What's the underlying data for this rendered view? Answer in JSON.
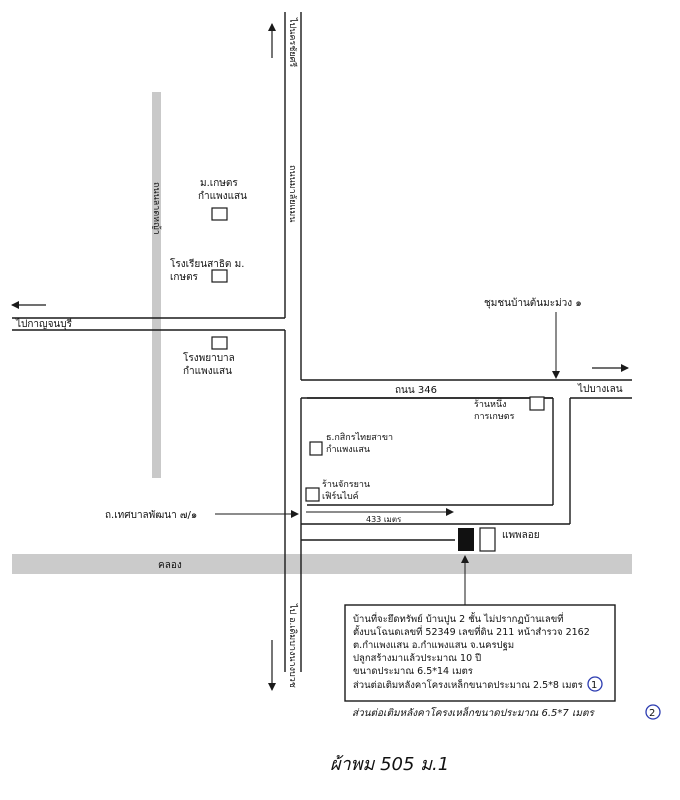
{
  "roads": {
    "top_north_label": "ไปนครชัยศรี",
    "mid_vertical_label": "ถนนมาลัยแมน",
    "bottom_vertical_label": "ไป อ.เดิมบางนางบวช",
    "left_vertical_label": "ถนนลาดหญ้า",
    "west_label": "ไปกาญจนบุรี",
    "east_label": "ไปบางเลน",
    "road_346_label": "ถนน 346",
    "soi_label": "ถ.เทศบาลพัฒนา ๗/๑",
    "distance_label": "433 เมตร",
    "canal_label": "คลอง"
  },
  "places": {
    "kasetsart_univ": [
      "ม.เกษตร",
      "กำแพงแสน"
    ],
    "demo_school": [
      "โรงเรียนสาธิต ม.",
      "เกษตร"
    ],
    "hospital": [
      "โรงพยาบาล",
      "กำแพงแสน"
    ],
    "community": "ชุมชนบ้านต้นมะม่วง ๑",
    "agri_shop": [
      "ร้านหนึ่ง",
      "การเกษตร"
    ],
    "bank": [
      "ธ.กสิกรไทยสาขา",
      "กำแพงแสน"
    ],
    "bike_shop": [
      "ร้านจักรยาน",
      "เฟิร์นไบค์"
    ],
    "pharmacy": "แพพลอย"
  },
  "info_box": {
    "lines": [
      "บ้านที่จะยึดทรัพย์ บ้านปูน 2 ชั้น ไม่ปรากฏบ้านเลขที่",
      "ตั้งบนโฉนดเลขที่ 52349 เลขที่ดิน 211 หน้าสำรวจ 2162",
      "ต.กำแพงแสน อ.กำแพงแสน จ.นครปฐม",
      "ปลูกสร้างมาแล้วประมาณ 10 ปี",
      "ขนาดประมาณ 6.5*14 เมตร",
      "ส่วนต่อเติมหลังคาโครงเหล็กขนาดประมาณ 2.5*8 เมตร"
    ],
    "marker_1": "1"
  },
  "handwriting": {
    "line_2": "ส่วนต่อเติมหลังคาโครงเหล็กขนาดประมาณ 6.5*7 เมตร",
    "marker_2": "2",
    "bottom_note": "ผ้าพม 505 ม.1"
  },
  "colors": {
    "road_line": "#1a1a1a",
    "left_road": "#c9c9c9",
    "canal": "#cbcbcb",
    "target_house": "#111111",
    "handwriting": "#2b3bb0"
  }
}
